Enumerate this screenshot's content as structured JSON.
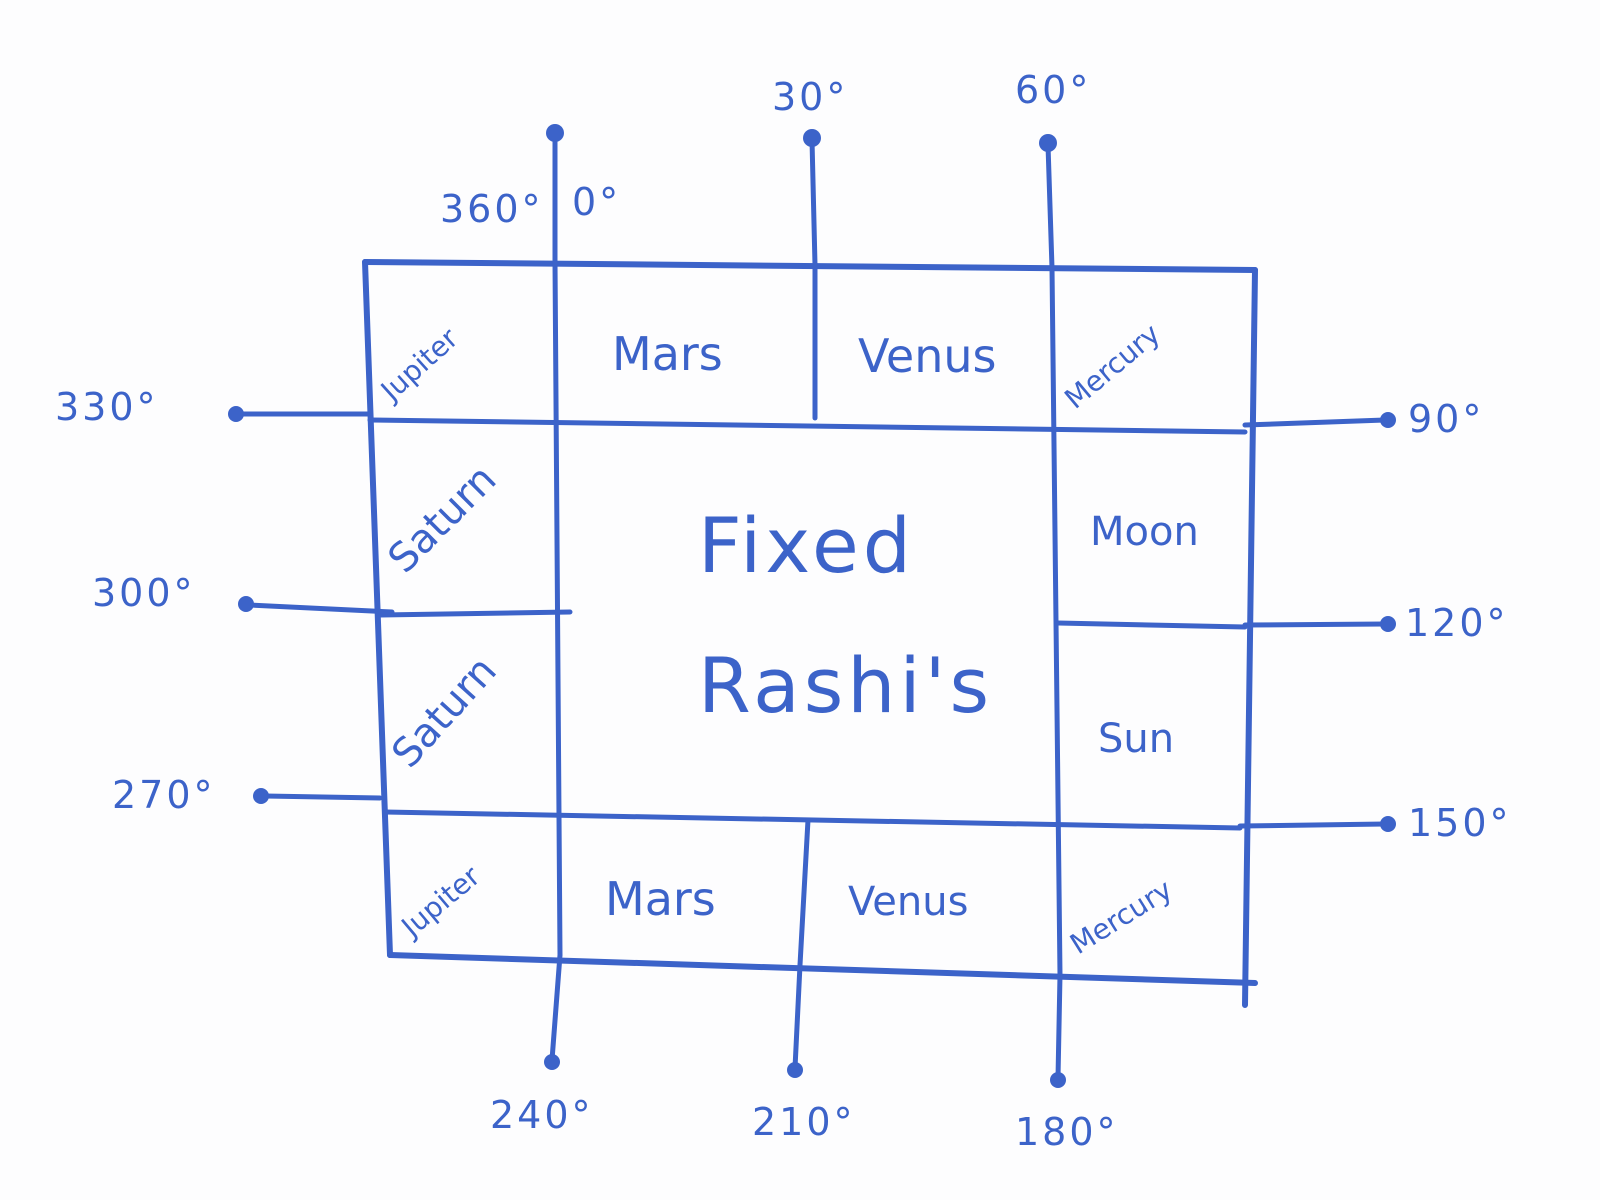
{
  "diagram": {
    "colors": {
      "ink": "#3c63c9",
      "paper": "#fdfdfe"
    },
    "center": {
      "line1": "Fixed",
      "line2": "Rashi's"
    },
    "cells": {
      "top_left": "Jupiter",
      "top_2": "Mars",
      "top_3": "Venus",
      "top_right": "Mercury",
      "left_upper": "Saturn",
      "left_lower": "Saturn",
      "right_upper": "Moon",
      "right_lower": "Sun",
      "bottom_left": "Jupiter",
      "bottom_2": "Mars",
      "bottom_3": "Venus",
      "bottom_right": "Mercury"
    },
    "degrees": {
      "d360": "360°",
      "d0": "0°",
      "d30": "30°",
      "d60": "60°",
      "d90": "90°",
      "d120": "120°",
      "d150": "150°",
      "d180": "180°",
      "d210": "210°",
      "d240": "240°",
      "d270": "270°",
      "d300": "300°",
      "d330": "330°"
    }
  }
}
